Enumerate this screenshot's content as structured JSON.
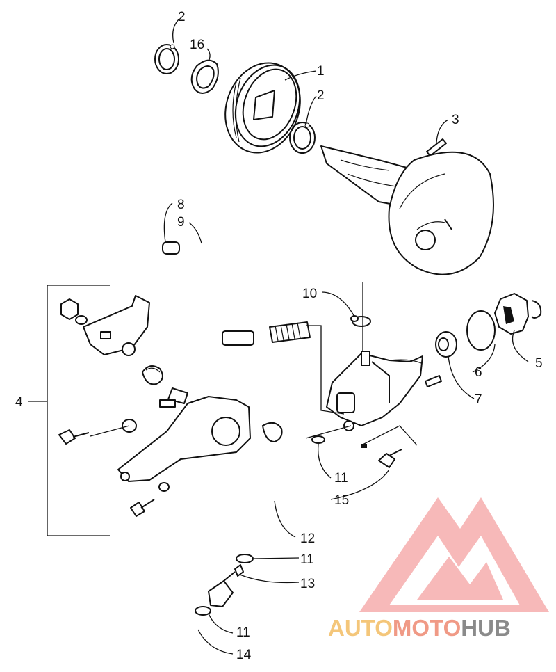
{
  "diagram": {
    "callouts": [
      {
        "id": "c-2a",
        "text": "2"
      },
      {
        "id": "c-16",
        "text": "16"
      },
      {
        "id": "c-1",
        "text": "1"
      },
      {
        "id": "c-2b",
        "text": "2"
      },
      {
        "id": "c-3",
        "text": "3"
      },
      {
        "id": "c-8",
        "text": "8"
      },
      {
        "id": "c-9",
        "text": "9"
      },
      {
        "id": "c-10",
        "text": "10"
      },
      {
        "id": "c-4",
        "text": "4"
      },
      {
        "id": "c-5",
        "text": "5"
      },
      {
        "id": "c-6",
        "text": "6"
      },
      {
        "id": "c-7",
        "text": "7"
      },
      {
        "id": "c-11a",
        "text": "11"
      },
      {
        "id": "c-15",
        "text": "15"
      },
      {
        "id": "c-12",
        "text": "12"
      },
      {
        "id": "c-11b",
        "text": "11"
      },
      {
        "id": "c-13",
        "text": "13"
      },
      {
        "id": "c-11c",
        "text": "11"
      },
      {
        "id": "c-14",
        "text": "14"
      }
    ]
  },
  "watermark": {
    "part1": "AUTO",
    "part2": "MOTO",
    "part3": "HUB",
    "colors": {
      "light": "#f4c67a",
      "mid": "#f09a86",
      "dark": "#8a8a8a",
      "logo": "#f08080"
    }
  }
}
